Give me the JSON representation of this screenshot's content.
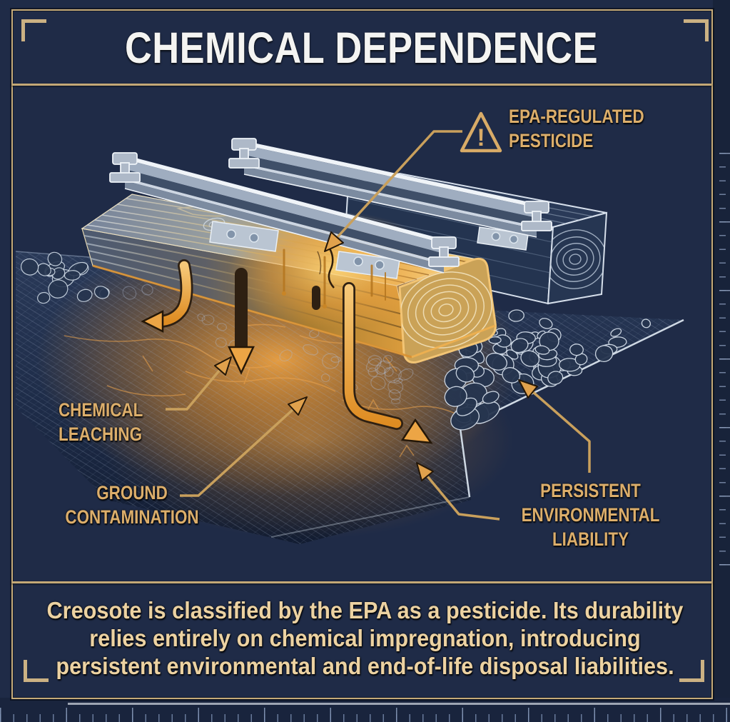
{
  "title": "CHEMICAL DEPENDENCE",
  "diagram": {
    "labels": {
      "epa_pesticide": {
        "lines": [
          "EPA-REGULATED",
          "PESTICIDE"
        ]
      },
      "chemical_leaching": {
        "lines": [
          "CHEMICAL",
          "LEACHING"
        ]
      },
      "ground_contamination": {
        "lines": [
          "GROUND",
          "CONTAMINATION"
        ]
      },
      "persistent_liability": {
        "lines": [
          "PERSISTENT",
          "ENVIRONMENTAL",
          "LIABILITY"
        ]
      }
    },
    "warning_icon": {
      "glyph": "!"
    }
  },
  "caption": {
    "lines": [
      "Creosote is classified by the EPA as a pesticide. Its durability",
      "relies entirely on chemical impregnation, introducing",
      "persistent environmental and end-of-life disposal liabilities."
    ]
  },
  "colors": {
    "background": "#1f2b47",
    "frame_gold": "#c6ab79",
    "label_gold": "#dcae6b",
    "caption_cream": "#ecd2a2",
    "title_white": "#f4f4f2",
    "accent_orange": "#e89b35",
    "glow_orange": "#f7a843",
    "lineart_white": "#dfe7f0"
  }
}
